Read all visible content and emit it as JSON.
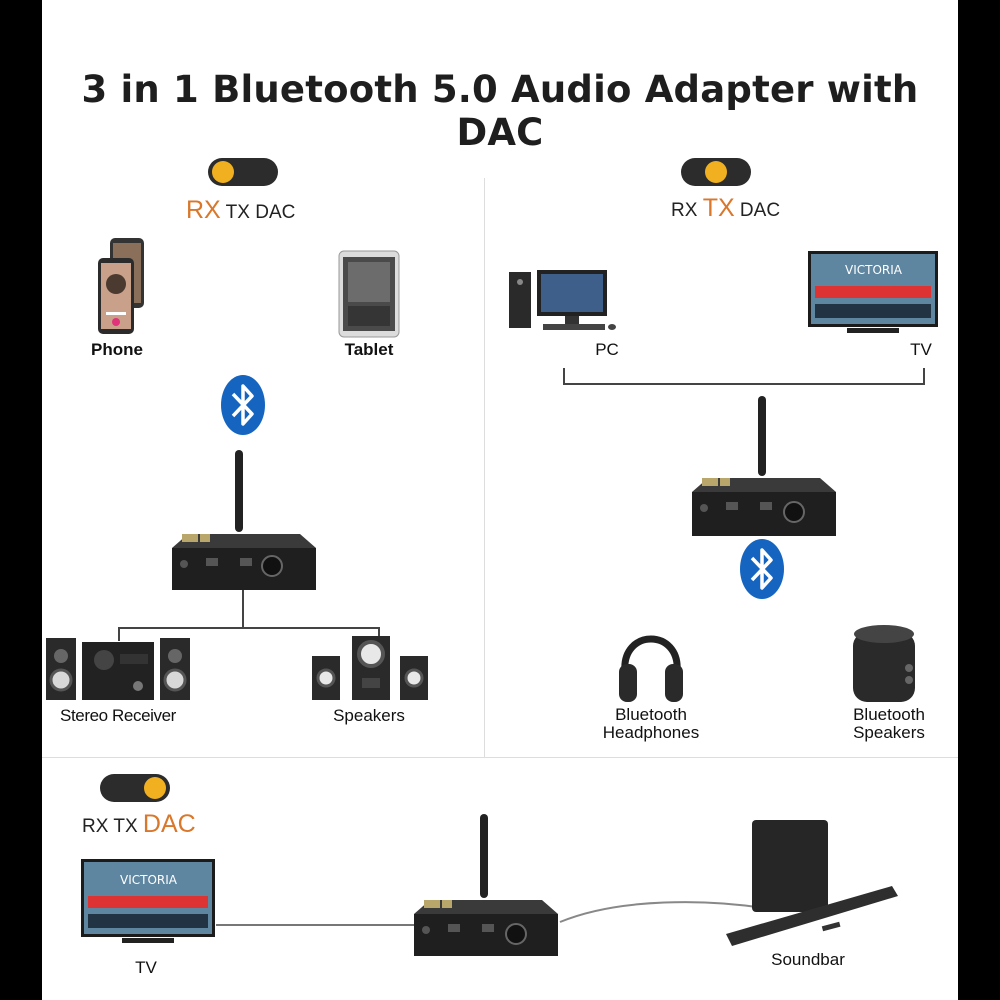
{
  "title": "3 in 1 Bluetooth 5.0 Audio Adapter with DAC",
  "modes": {
    "rx": "RX",
    "tx": "TX",
    "dac": "DAC"
  },
  "panel_rx": {
    "devices": {
      "phone": "Phone",
      "tablet": "Tablet",
      "stereo": "Stereo Receiver",
      "speakers": "Speakers"
    }
  },
  "panel_tx": {
    "devices": {
      "pc": "PC",
      "tv": "TV",
      "headphones": "Bluetooth\nHeadphones",
      "bt_speakers": "Bluetooth\nSpeakers"
    }
  },
  "panel_dac": {
    "devices": {
      "tv": "TV",
      "soundbar": "Soundbar"
    }
  },
  "tv_screen_text": "VICTORIA",
  "colors": {
    "accent": "#d9772b",
    "knob": "#f0b020",
    "bluetooth": "#1565c0",
    "device": "#2a2a2a"
  }
}
